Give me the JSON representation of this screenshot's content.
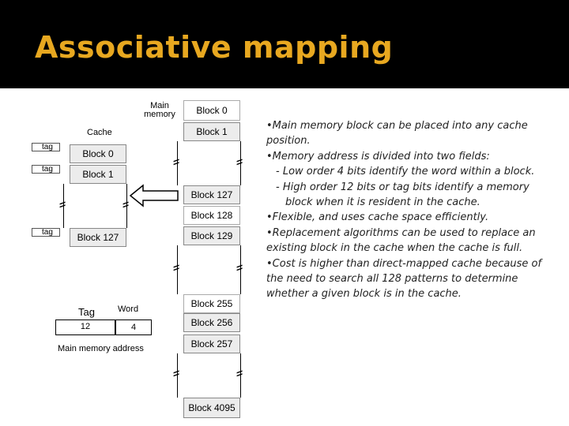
{
  "title": "Associative mapping",
  "diagram": {
    "main_memory_label": "Main memory",
    "cache_label": "Cache",
    "tag_label": "tag",
    "cache_blocks": [
      "Block 0",
      "Block 1",
      "Block 127"
    ],
    "memory_blocks": [
      "Block 0",
      "Block 1",
      "Block 127",
      "Block 128",
      "Block 129",
      "Block 255",
      "Block 256",
      "Block 257",
      "Block 4095"
    ],
    "address": {
      "tag_header": "Tag",
      "word_header": "Word",
      "tag_bits": "12",
      "word_bits": "4",
      "caption": "Main memory address"
    }
  },
  "bullets": [
    {
      "text": "•Main memory block can be placed into any cache position.",
      "level": 0
    },
    {
      "text": "•Memory address is divided into two fields:",
      "level": 0
    },
    {
      "text": "- Low order 4 bits identify the word within a block.",
      "level": 1
    },
    {
      "text": "- High order 12 bits or tag bits identify a memory block when it is resident in the cache.",
      "level": 1
    },
    {
      "text": "•Flexible, and uses cache space efficiently.",
      "level": 0
    },
    {
      "text": "•Replacement algorithms can be used to replace an existing block in the cache when the cache is full.",
      "level": 0
    },
    {
      "text": "•Cost is higher than direct-mapped cache because of the need to search all 128 patterns to determine whether a given block is in the cache.",
      "level": 0
    }
  ]
}
